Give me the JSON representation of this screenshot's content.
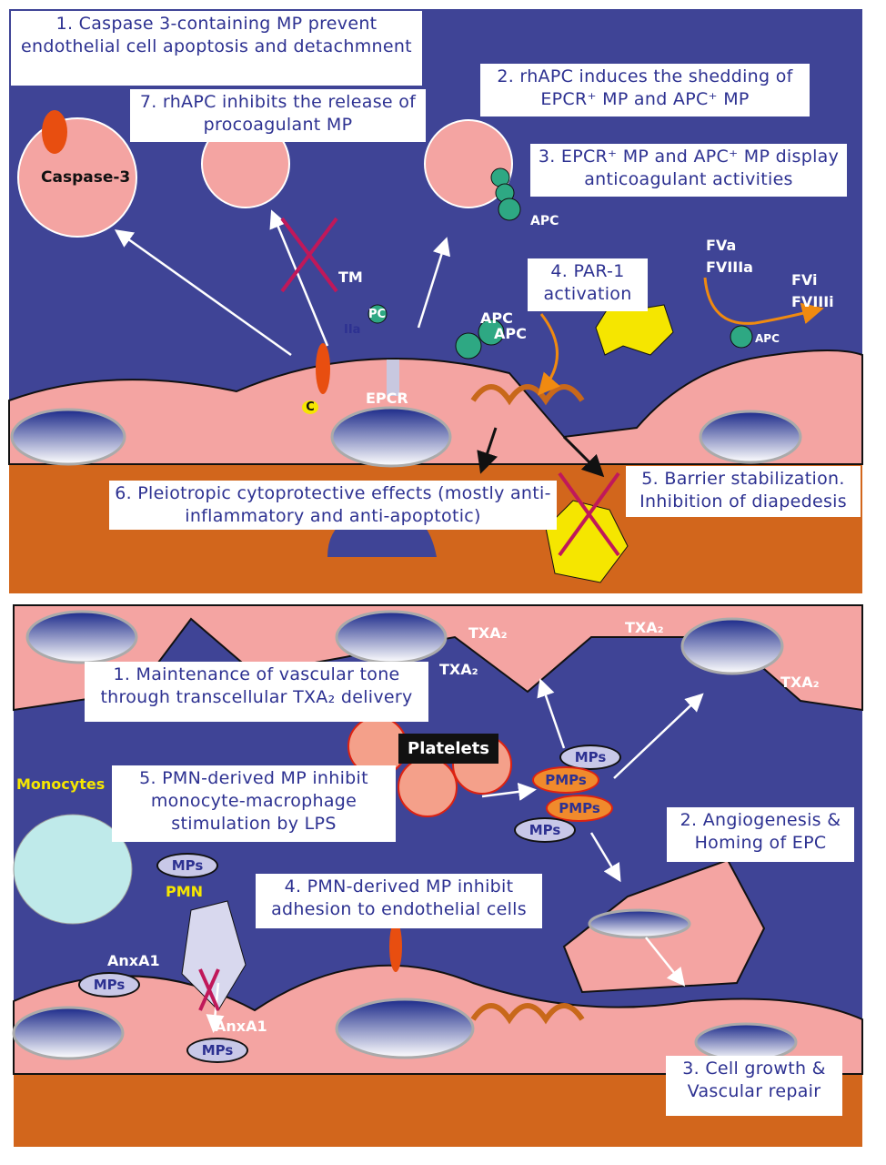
{
  "colors": {
    "background": "#3f4496",
    "cell": "#f4a4a2",
    "tissue": "#d2661c",
    "box_text": "#2d3191"
  },
  "top_panel": {
    "boxes": [
      "1. Caspase 3-containing MP prevent endothelial cell apoptosis and detachmnent",
      "7. rhAPC inhibits the release of procoagulant MP",
      "2. rhAPC induces the shedding of EPCR⁺ MP  and APC⁺ MP",
      "3. EPCR⁺ MP  and APC⁺ MP display anticoagulant activities",
      "4. PAR-1 activation",
      "5. Barrier stabilization. Inhibition of diapedesis",
      "6. Pleiotropic cytoprotective effects (mostly anti-inflammatory and anti-apoptotic)"
    ],
    "labels": {
      "caspase": "Caspase-3",
      "c": "C",
      "tm": "TM",
      "pc": "PC",
      "iia": "IIa",
      "epcr": "EPCR",
      "apc": "APC",
      "fva": "FVa",
      "fviiia": "FVIIIa",
      "fvi": "FVi",
      "fviiii": "FVIIIi"
    }
  },
  "bottom_panel": {
    "boxes": [
      "1. Maintenance of vascular tone through transcellular TXA₂ delivery",
      "5. PMN-derived MP  inhibit monocyte-macrophage stimulation by LPS",
      "4. PMN-derived MP  inhibit adhesion to endothelial cells",
      "2. Angiogenesis & Homing of EPC",
      "3. Cell growth & Vascular repair"
    ],
    "labels": {
      "txa2": "TXA₂",
      "platelets": "Platelets",
      "mps": "MPs",
      "pmps": "PMPs",
      "monocytes": "Monocytes",
      "pmn": "PMN",
      "anxa1": "AnxA1"
    }
  }
}
